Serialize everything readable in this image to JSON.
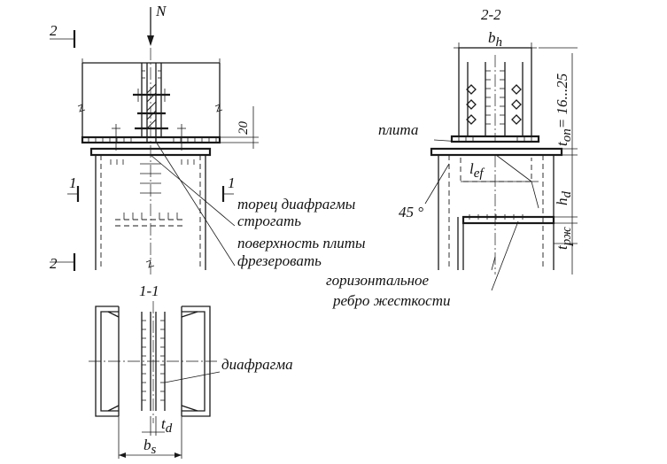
{
  "labels": {
    "force": "N",
    "section_2_left": "2",
    "section_2_left_bottom": "2",
    "section_1_left": "1",
    "section_1_right": "1",
    "dim_20": "20",
    "title_2_2": "2-2",
    "title_1_1": "1-1",
    "b_h": "b",
    "b_h_sub": "h",
    "t_on": "t",
    "t_on_sub": "оп",
    "t_on_value": "= 16...25",
    "plita": "плита",
    "l_ef": "l",
    "l_ef_sub": "ef",
    "h_d": "h",
    "h_d_sub": "d",
    "t_rzh": "t",
    "t_rzh_sub": "рж",
    "angle": "45 °",
    "note1_line1": "торец диафрагмы",
    "note1_line2": "строгать",
    "note2_line1": "поверхность плиты",
    "note2_line2": "фрезеровать",
    "note3_line1": "горизонтальное",
    "note3_line2": "ребро жесткости",
    "diafragma": "диафрагма",
    "t_d": "t",
    "t_d_sub": "d",
    "b_s": "b",
    "b_s_sub": "s"
  }
}
